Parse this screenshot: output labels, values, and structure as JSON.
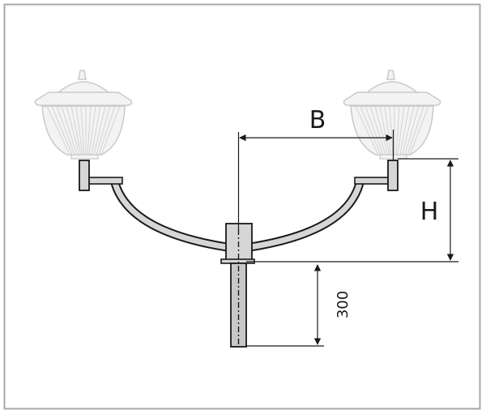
{
  "diagram": {
    "dimensions": {
      "horizontal_label": "B",
      "vertical_label": "H",
      "insertion_label": "300"
    },
    "colors": {
      "frame": "#a8a8a8",
      "line": "#1a1a1a",
      "bracket_fill": "#d6d6d6",
      "pole_fill": "#c8c8c8",
      "lamp_fill": "#f3f3f3",
      "lamp_stroke": "#c9c9c9"
    },
    "components": {
      "lamps": [
        "left-lamp",
        "right-lamp"
      ],
      "bracket": "double-arm-curved-bracket",
      "pole": "mounting-pole"
    }
  }
}
